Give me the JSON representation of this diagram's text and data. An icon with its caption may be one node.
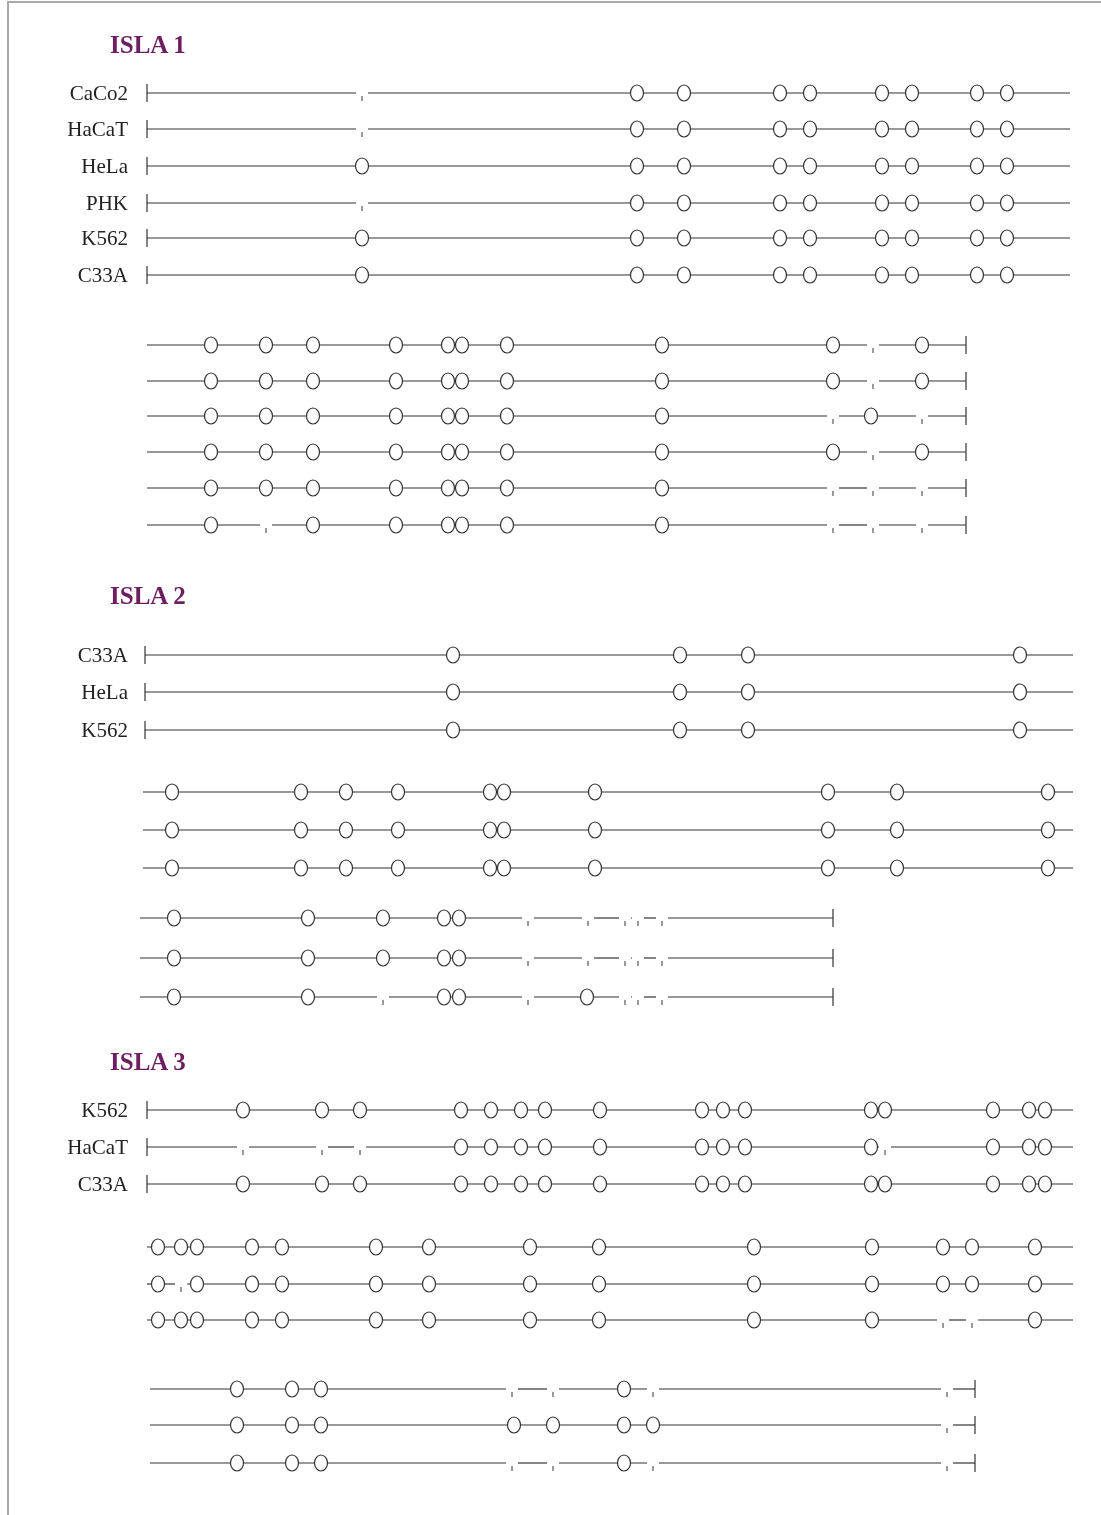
{
  "diagram": {
    "labels": [
      "ISLA 1",
      "CaCo2",
      "HaCaT",
      "HeLa",
      "PHK",
      "K562",
      "C33A",
      "ISLA 2",
      "C33A",
      "HeLa",
      "K562",
      "ISLA 3",
      "K562",
      "HaCaT",
      "C33A"
    ]
  }
}
